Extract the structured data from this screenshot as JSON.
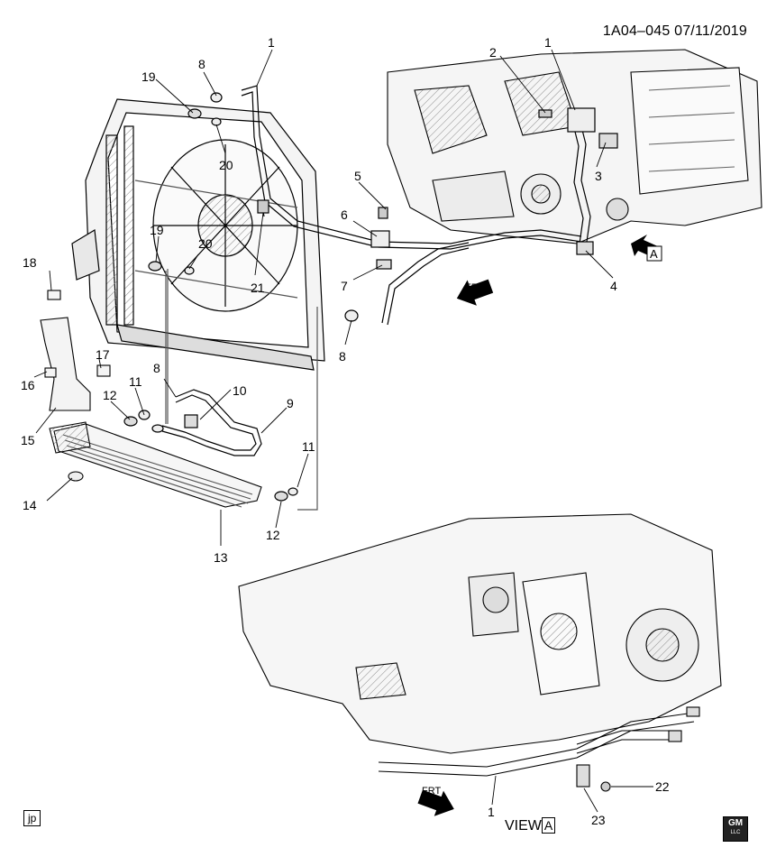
{
  "header": {
    "code": "1A04–045 07/11/2019"
  },
  "labels": [
    "1",
    "2",
    "3",
    "4",
    "5",
    "6",
    "7",
    "8",
    "9",
    "10",
    "11",
    "12",
    "13",
    "14",
    "15",
    "16",
    "17",
    "18",
    "19",
    "20",
    "21",
    "22",
    "23"
  ],
  "frt_label": "FRT",
  "view_a": {
    "arrow_letter": "A",
    "view_text": "VIEW",
    "view_letter": "A"
  },
  "footer": {
    "jp_text": "jp",
    "gm_text": "GM",
    "gm_sub": "LLC"
  }
}
